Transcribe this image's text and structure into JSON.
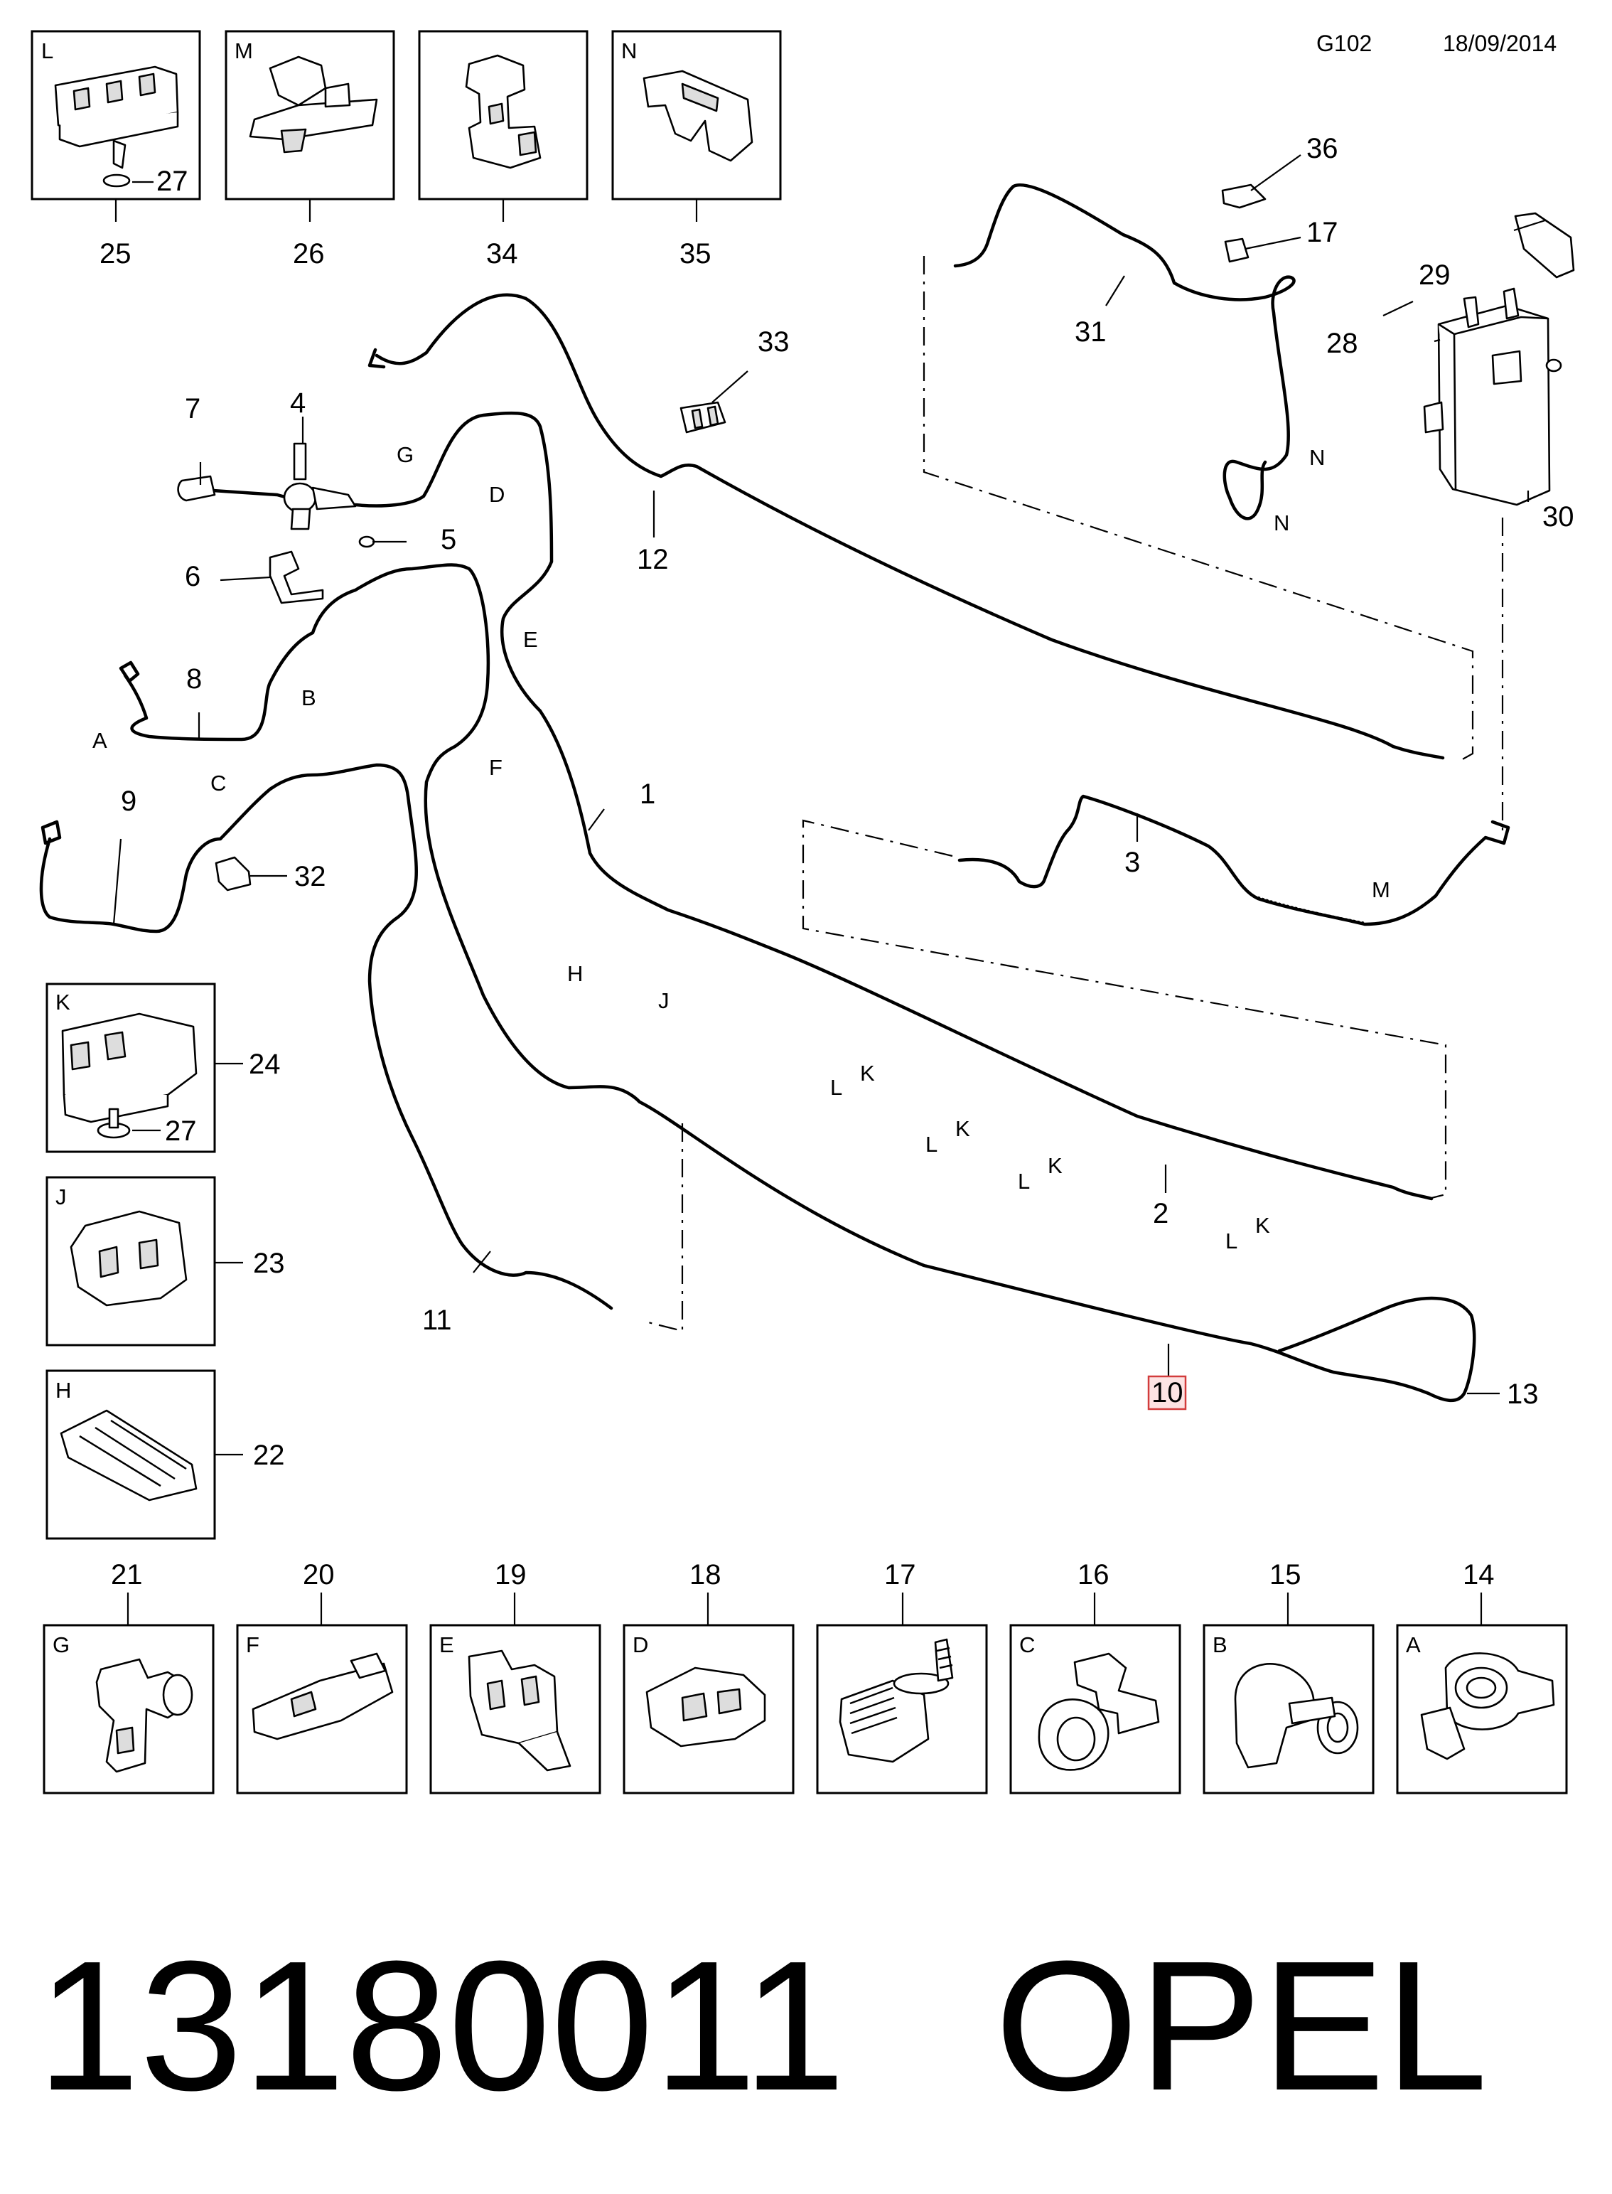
{
  "header": {
    "code": "G102",
    "date": "18/09/2014"
  },
  "footer": {
    "part_number": "13180011",
    "brand": "OPEL"
  },
  "highlighted_callout": "10",
  "callouts": {
    "c1": "1",
    "c2": "2",
    "c3": "3",
    "c4": "4",
    "c5": "5",
    "c6": "6",
    "c7": "7",
    "c8": "8",
    "c9": "9",
    "c10": "10",
    "c11": "11",
    "c12": "12",
    "c13": "13",
    "c14": "14",
    "c15": "15",
    "c16": "16",
    "c17": "17",
    "c18": "18",
    "c19": "19",
    "c20": "20",
    "c21": "21",
    "c22": "22",
    "c23": "23",
    "c24": "24",
    "c25": "25",
    "c26": "26",
    "c27": "27",
    "c28": "28",
    "c29": "29",
    "c30": "30",
    "c31": "31",
    "c32": "32",
    "c33": "33",
    "c34": "34",
    "c35": "35",
    "c36": "36"
  },
  "letters": {
    "A": "A",
    "B": "B",
    "C": "C",
    "D": "D",
    "E": "E",
    "F": "F",
    "G": "G",
    "H": "H",
    "J": "J",
    "K": "K",
    "L": "L",
    "M": "M",
    "N": "N"
  },
  "insets": {
    "top": [
      {
        "letter": "L",
        "number": "25",
        "screw": "27"
      },
      {
        "letter": "M",
        "number": "26"
      },
      {
        "letter": "",
        "number": "34"
      },
      {
        "letter": "N",
        "number": "35"
      }
    ],
    "side": [
      {
        "letter": "K",
        "number": "24",
        "screw": "27"
      },
      {
        "letter": "J",
        "number": "23"
      },
      {
        "letter": "H",
        "number": "22"
      }
    ],
    "bottom": [
      {
        "letter": "G",
        "number": "21"
      },
      {
        "letter": "F",
        "number": "20"
      },
      {
        "letter": "E",
        "number": "19"
      },
      {
        "letter": "D",
        "number": "18"
      },
      {
        "letter": "",
        "number": "17"
      },
      {
        "letter": "C",
        "number": "16"
      },
      {
        "letter": "B",
        "number": "15"
      },
      {
        "letter": "A",
        "number": "14"
      }
    ]
  }
}
